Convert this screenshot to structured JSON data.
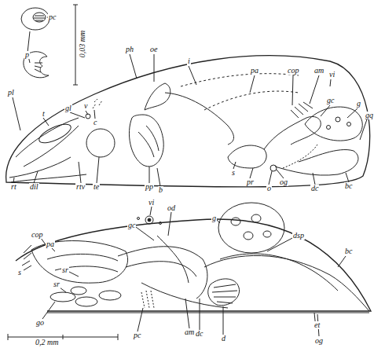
{
  "diagram": {
    "labels": [
      "pc",
      "p",
      "0,03 mm",
      "ph",
      "oe",
      "i",
      "pa",
      "cop",
      "am",
      "vi",
      "gc",
      "g",
      "gq",
      "pl",
      "t",
      "gl",
      "v",
      "c",
      "rt",
      "dil",
      "rtv",
      "te",
      "pp",
      "b",
      "s",
      "pr",
      "o",
      "og",
      "dc",
      "bc",
      "vi",
      "od",
      "g",
      "gc",
      "dsp",
      "cop",
      "pa",
      "s",
      "sr",
      "sr",
      "bc",
      "go",
      "pc",
      "am",
      "dc",
      "d",
      "et",
      "og",
      "0,2 mm"
    ]
  }
}
